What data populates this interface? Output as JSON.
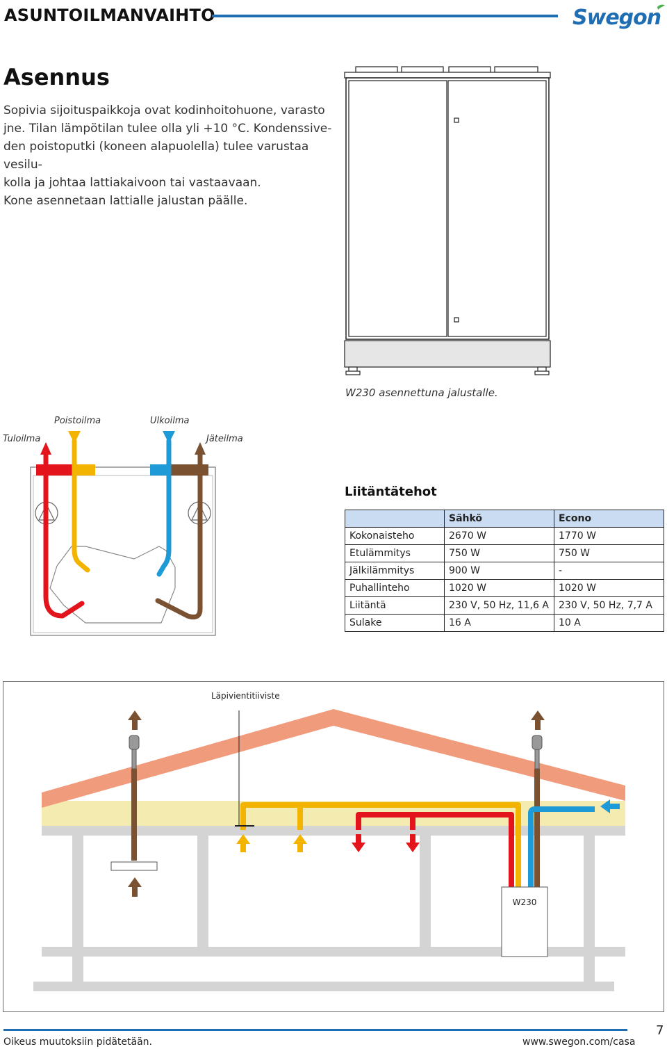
{
  "header": {
    "title": "ASUNTOILMANVAIHTO",
    "brand": "Swegon",
    "accent": "#1f6eb3"
  },
  "section": {
    "title": "Asennus",
    "intro_lines": [
      "Sopivia sijoituspaikkoja ovat kodinhoitohuone, varasto",
      "jne. Tilan lämpötilan tulee olla yli +10 °C. Kondenssive-",
      "den poistoputki (koneen alapuolella) tulee varustaa vesilu-",
      "kolla ja johtaa lattiakaivoon tai vastaavaan.",
      "Kone asennetaan lattialle jalustan päälle."
    ]
  },
  "cabinet": {
    "caption": "W230 asennettuna jalustalle."
  },
  "flow_diagram": {
    "poistoilma": "Poistoilma",
    "ulkoilma": "Ulkoilma",
    "tuloilma": "Tuloilma",
    "jateilma": "Jäteilma",
    "colors": {
      "supply": "#e3141b",
      "extract": "#f2b400",
      "outdoor": "#1e9ad6",
      "exhaust": "#7a5232"
    }
  },
  "power_table": {
    "title": "Liitäntätehot",
    "headers": [
      "",
      "Sähkö",
      "Econo"
    ],
    "rows": [
      [
        "Kokonaisteho",
        "2670 W",
        "1770 W"
      ],
      [
        "Etulämmitys",
        "750 W",
        "750 W"
      ],
      [
        "Jälkilämmitys",
        "900 W",
        "-"
      ],
      [
        "Puhallinteho",
        "1020 W",
        "1020 W"
      ],
      [
        "Liitäntä",
        "230 V, 50 Hz, 11,6 A",
        "230 V, 50 Hz, 7,7 A"
      ],
      [
        "Sulake",
        "16 A",
        "10 A"
      ]
    ]
  },
  "house_diagram": {
    "seal_label": "Läpivientitiiviste",
    "unit_label": "W230"
  },
  "footer": {
    "left": "Oikeus muutoksiin pidätetään.",
    "right": "www.swegon.com/casa",
    "page": "7"
  }
}
